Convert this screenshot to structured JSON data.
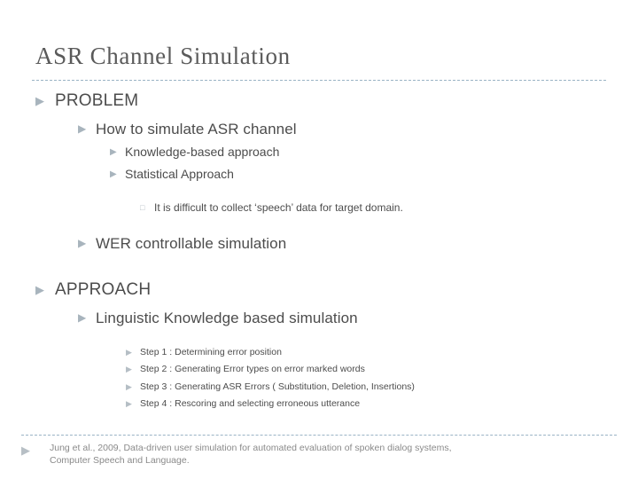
{
  "slide": {
    "title": "ASR Channel Simulation",
    "bullet_glyph": "▶",
    "square_glyph": "□",
    "footer_glyph": "▶",
    "items": [
      {
        "level": 1,
        "text": "PROBLEM"
      },
      {
        "level": 2,
        "text": "How to simulate ASR channel"
      },
      {
        "level": 3,
        "text": "Knowledge-based approach"
      },
      {
        "level": 3,
        "text": "Statistical Approach"
      },
      {
        "level": 4,
        "text": "It is difficult to collect ‘speech’ data for target domain."
      },
      {
        "level": 2,
        "text": "WER controllable simulation"
      },
      {
        "level": 1,
        "text": "APPROACH"
      },
      {
        "level": 2,
        "text": "Linguistic Knowledge based simulation"
      },
      {
        "level": 5,
        "text": "Step 1 : Determining error position"
      },
      {
        "level": 5,
        "text": "Step 2 : Generating Error types on error marked words"
      },
      {
        "level": 5,
        "text": "Step 3 : Generating ASR Errors ( Substitution, Deletion, Insertions)"
      },
      {
        "level": 5,
        "text": "Step 4 : Rescoring and selecting erroneous utterance"
      }
    ],
    "footer": {
      "line1": "Jung et al., 2009, Data-driven user simulation for automated evaluation of spoken dialog systems,",
      "line2": "Computer Speech and Language."
    }
  }
}
